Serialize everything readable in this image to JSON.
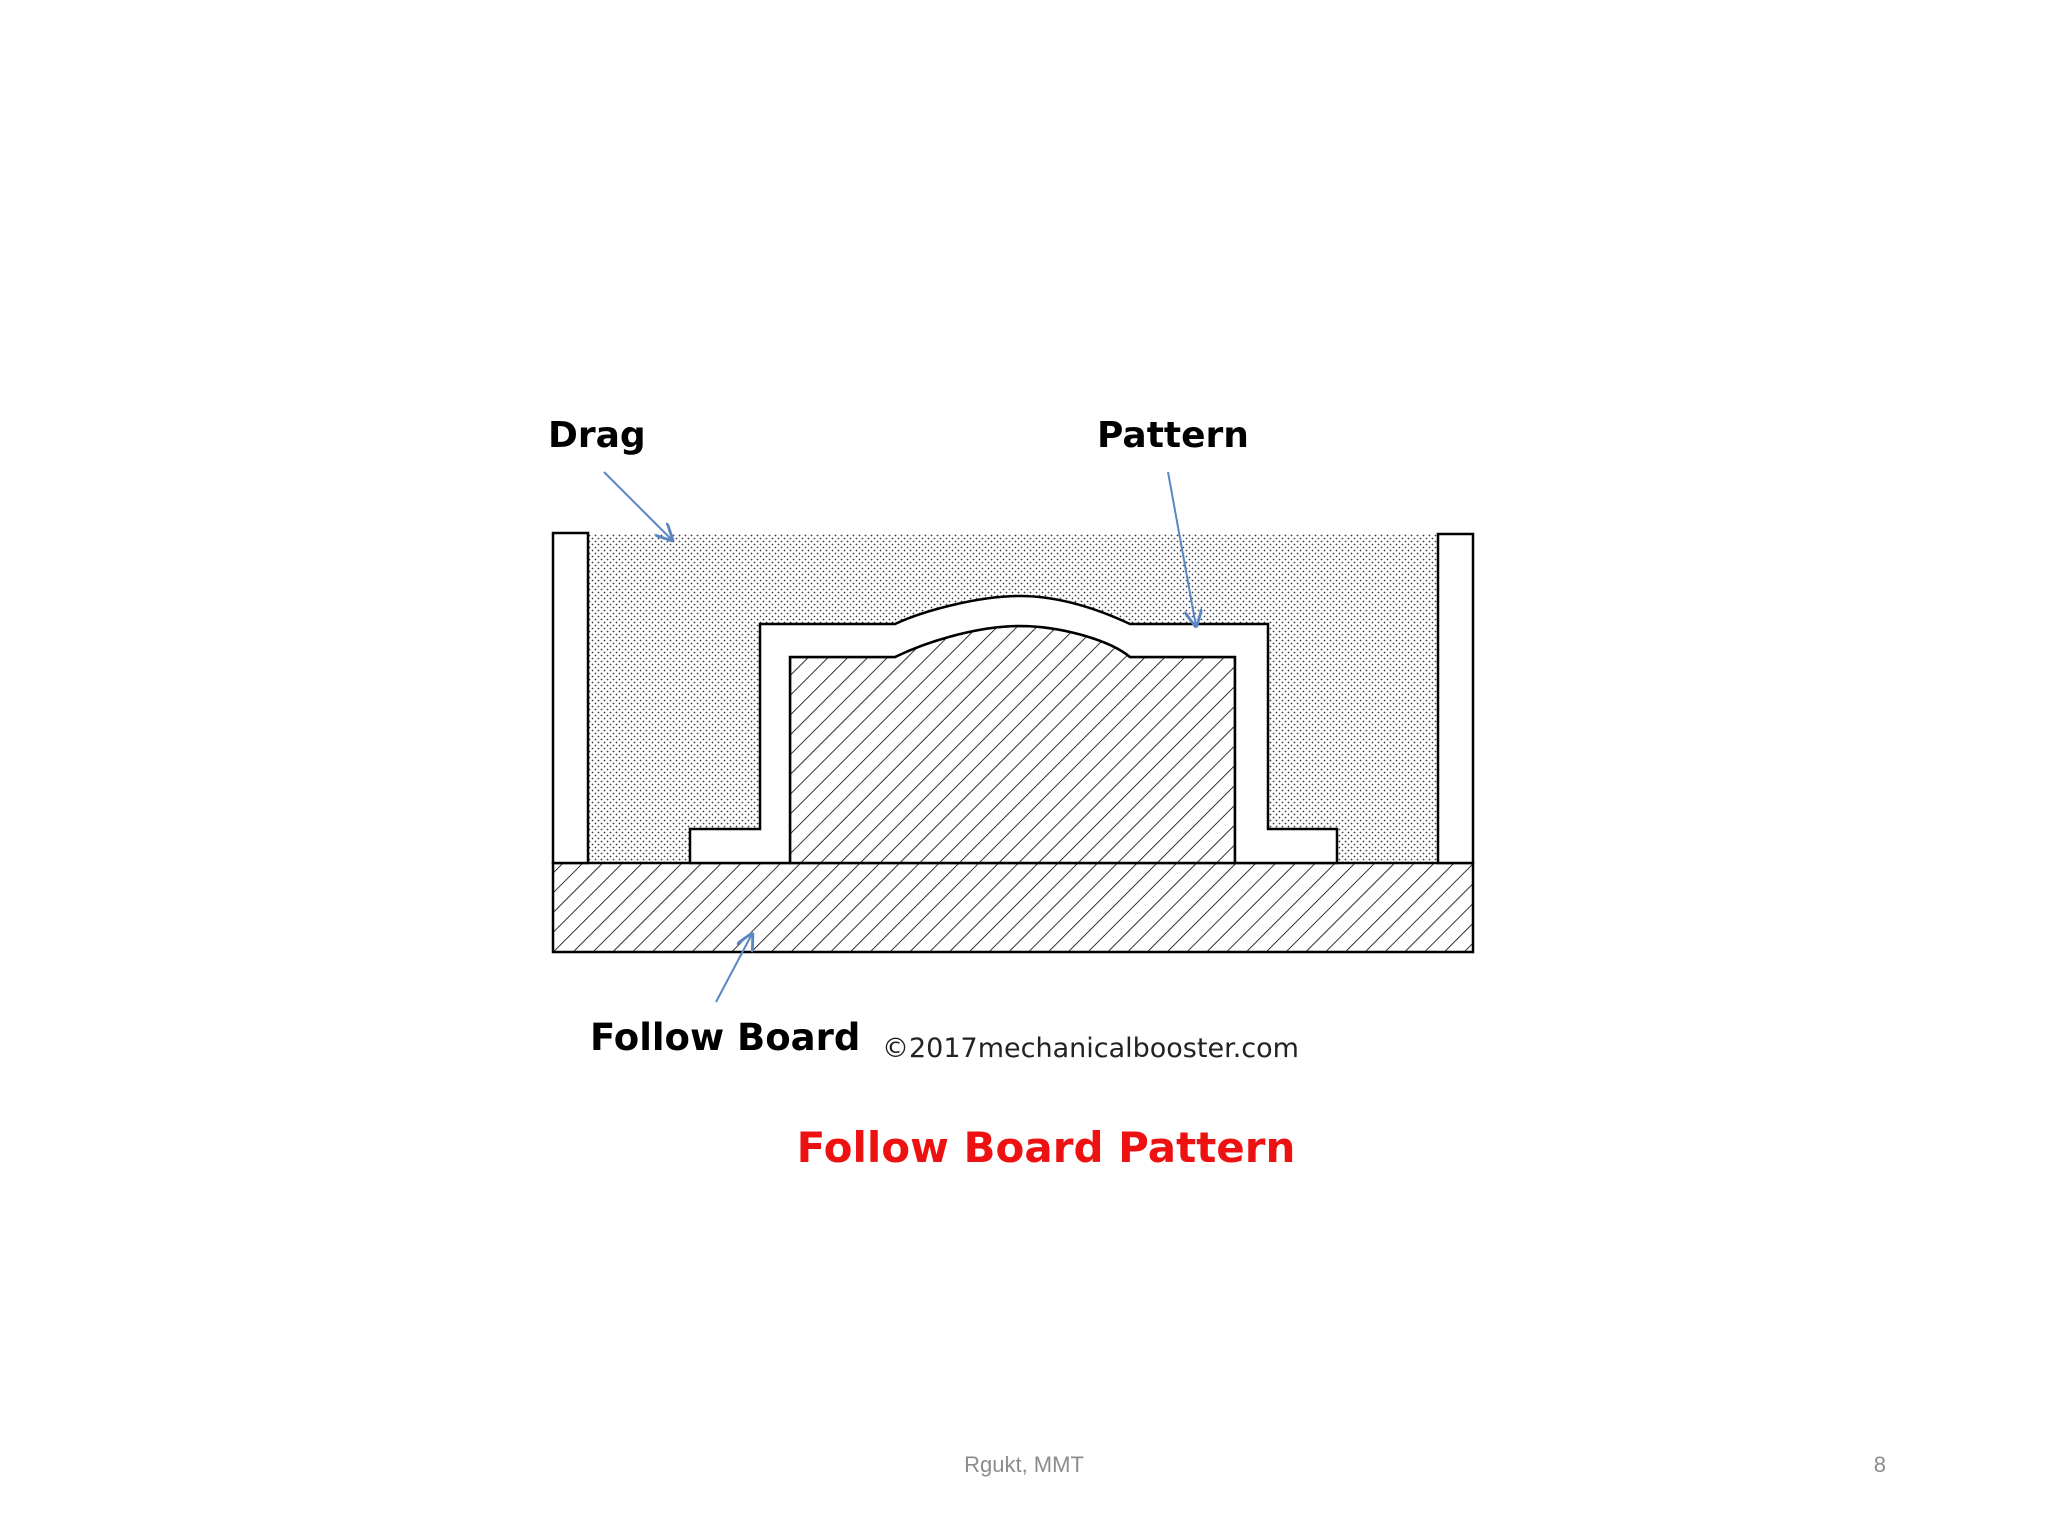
{
  "diagram": {
    "labels": {
      "drag": "Drag",
      "pattern": "Pattern",
      "follow_board": "Follow Board"
    },
    "watermark": "©2017mechanicalbooster.com",
    "caption": "Follow Board Pattern"
  },
  "footer": {
    "center": "Rgukt, MMT",
    "page_number": "8"
  },
  "colors": {
    "caption": "#ee1111",
    "arrow": "#5b86c4",
    "footer_text": "#8c8c8c"
  }
}
